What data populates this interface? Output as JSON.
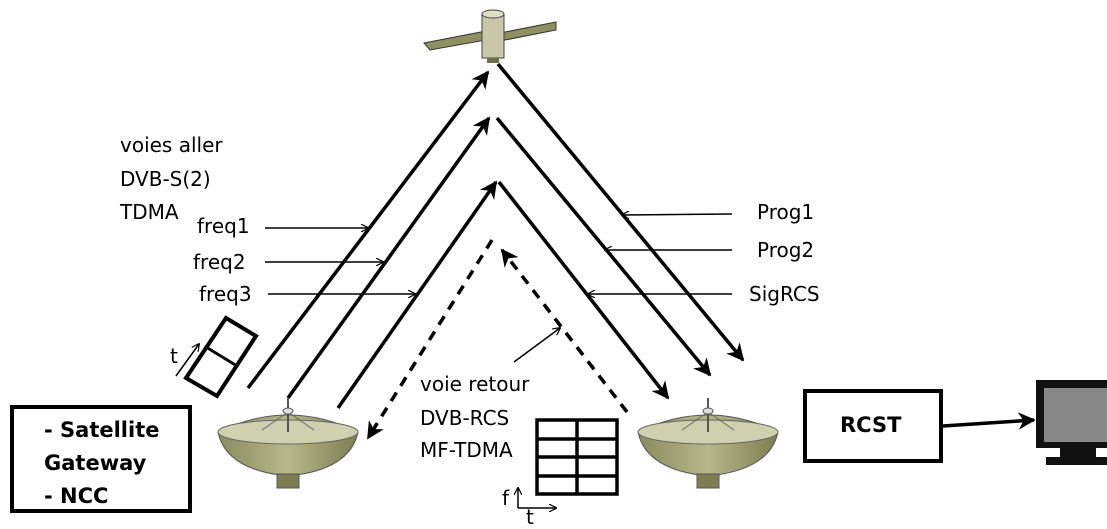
{
  "forward": {
    "title_lines": [
      "voies aller",
      "DVB-S(2)",
      "TDMA"
    ],
    "freqs": [
      "freq1",
      "freq2",
      "freq3"
    ]
  },
  "programs": [
    "Prog1",
    "Prog2",
    "SigRCS"
  ],
  "return": {
    "lines": [
      "voie retour",
      "DVB-RCS",
      "MF-TDMA"
    ],
    "axis_f": "f",
    "axis_t": "t"
  },
  "tdma_axis_t": "t",
  "gateway": {
    "lines": [
      "- Satellite",
      "Gateway",
      "- NCC"
    ]
  },
  "terminal": {
    "label": "RCST"
  },
  "icons": [
    "satellite-icon",
    "gateway-dish-icon",
    "terminal-dish-icon",
    "monitor-icon"
  ]
}
